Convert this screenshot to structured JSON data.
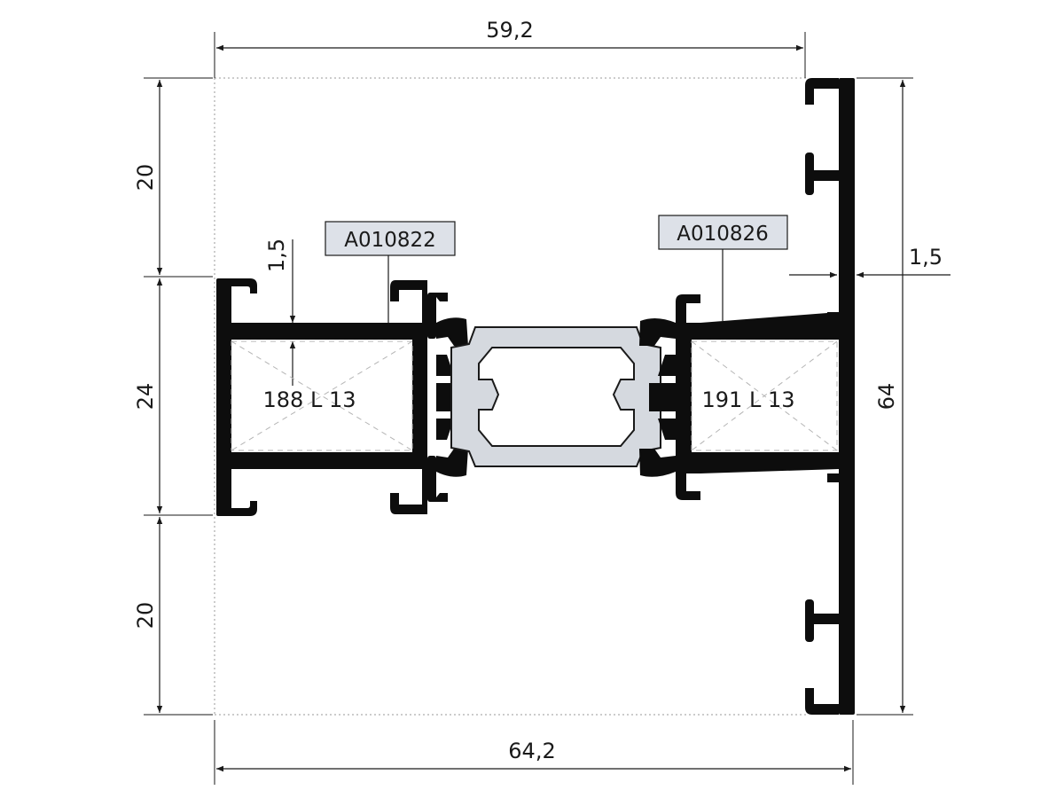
{
  "dimensions": {
    "top_width": "59,2",
    "bottom_width": "64,2",
    "left_top_height": "20",
    "left_middle_height": "24",
    "left_bottom_height": "20",
    "right_height": "64",
    "left_wall_thickness": "1,5",
    "right_wall_thickness": "1,5"
  },
  "part_codes": {
    "left": "A010822",
    "right": "A010826"
  },
  "reinforcements": {
    "left": "188 L 13",
    "right": "191 L 13"
  },
  "colors": {
    "profile": "#0d0d0d",
    "thermal_break": "#d5d9df",
    "code_box": "#dde1e8"
  }
}
